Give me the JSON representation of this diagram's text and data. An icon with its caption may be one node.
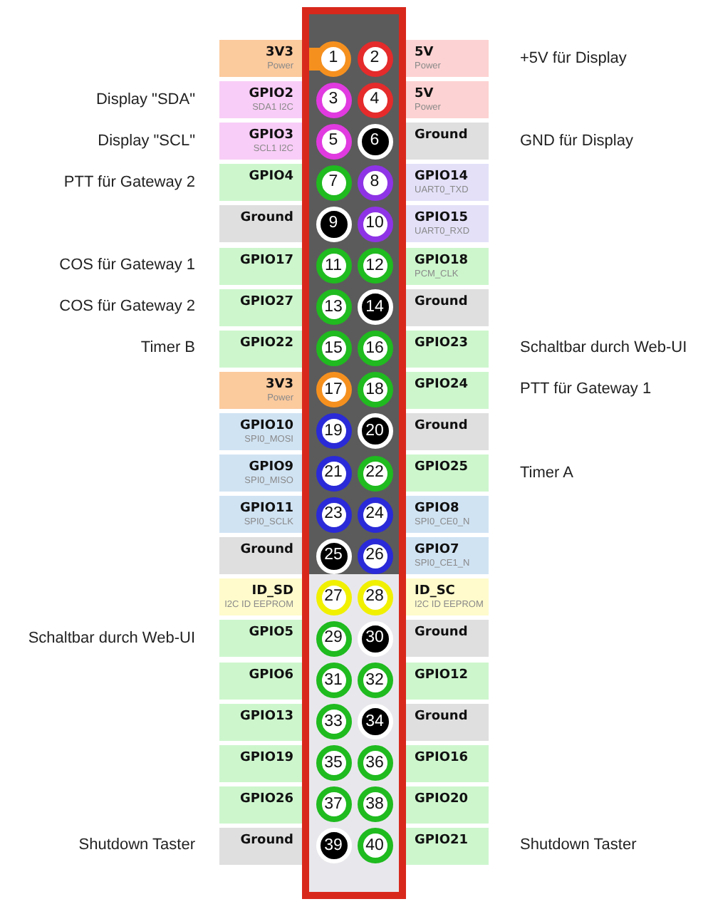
{
  "diagram": {
    "nodes": [
      {
        "text": [],
        "shape": "box"
      },
      {
        "text": [
          "3V3",
          "Power"
        ]
      },
      {
        "text": [
          "1"
        ],
        "in": 0
      },
      {
        "text": [
          "2"
        ],
        "in": 0
      },
      {
        "text": [
          "5V",
          "Power"
        ],
        "beside": [
          "+5V für Display"
        ]
      },
      {
        "text": [
          "GPIO2",
          "SDA1 I2C"
        ],
        "beside": [
          "Display \"SDA\""
        ]
      },
      {
        "text": [
          "3"
        ],
        "in": 0
      },
      {
        "text": [
          "4"
        ],
        "in": 0
      },
      {
        "text": [
          "5V",
          "Power"
        ]
      },
      {
        "text": [
          "GPIO3",
          "SCL1 I2C"
        ],
        "beside": [
          "Display \"SCL\""
        ]
      },
      {
        "text": [
          "5"
        ],
        "in": 0
      },
      {
        "text": [
          "6"
        ],
        "in": 0
      },
      {
        "text": [
          "Ground"
        ],
        "beside": [
          "GND für Display"
        ]
      },
      {
        "text": [
          "GPIO4"
        ],
        "beside": [
          "PTT für Gateway 2"
        ]
      },
      {
        "text": [
          "7"
        ],
        "in": 0
      },
      {
        "text": [
          "8"
        ],
        "in": 0
      },
      {
        "text": [
          "GPIO14",
          "UART0_TXD"
        ]
      },
      {
        "text": [
          "Ground"
        ]
      },
      {
        "text": [
          "9"
        ],
        "in": 0
      },
      {
        "text": [
          "10"
        ],
        "in": 0
      },
      {
        "text": [
          "GPIO15",
          "UART0_RXD"
        ]
      },
      {
        "text": [
          "GPIO17"
        ],
        "beside": [
          "COS für Gateway 1"
        ]
      },
      {
        "text": [
          "11"
        ],
        "in": 0
      },
      {
        "text": [
          "12"
        ],
        "in": 0
      },
      {
        "text": [
          "GPIO18",
          "PCM_CLK"
        ]
      },
      {
        "text": [
          "GPIO27"
        ],
        "beside": [
          "COS für Gateway 2"
        ]
      },
      {
        "text": [
          "13"
        ],
        "in": 0
      },
      {
        "text": [
          "14"
        ],
        "in": 0
      },
      {
        "text": [
          "Ground"
        ]
      },
      {
        "text": [
          "GPIO22"
        ],
        "beside": [
          "Timer B"
        ]
      },
      {
        "text": [
          "15"
        ],
        "in": 0
      },
      {
        "text": [
          "16"
        ],
        "in": 0
      },
      {
        "text": [
          "GPIO23"
        ],
        "beside": [
          "Schaltbar durch Web-UI"
        ]
      },
      {
        "text": [
          "3V3",
          "Power"
        ]
      },
      {
        "text": [
          "17"
        ],
        "in": 0
      },
      {
        "text": [
          "18"
        ],
        "in": 0
      },
      {
        "text": [
          "GPIO24"
        ],
        "beside": [
          "PTT für Gateway 1"
        ]
      },
      {
        "text": [
          "GPIO10",
          "SPI0_MOSI"
        ]
      },
      {
        "text": [
          "19"
        ],
        "in": 0
      },
      {
        "text": [
          "20"
        ],
        "in": 0
      },
      {
        "text": [
          "Ground"
        ]
      },
      {
        "text": [
          "GPIO9",
          "SPI0_MISO"
        ]
      },
      {
        "text": [
          "21"
        ],
        "in": 0
      },
      {
        "text": [
          "22"
        ],
        "in": 0
      },
      {
        "text": [
          "GPIO25"
        ],
        "beside": [
          "Timer A"
        ]
      },
      {
        "text": [
          "GPIO11",
          "SPI0_SCLK"
        ]
      },
      {
        "text": [
          "23"
        ],
        "in": 0
      },
      {
        "text": [
          "24"
        ],
        "in": 0
      },
      {
        "text": [
          "GPIO8",
          "SPI0_CE0_N"
        ]
      },
      {
        "text": [
          "Ground"
        ]
      },
      {
        "text": [
          "25"
        ],
        "in": 0
      },
      {
        "text": [
          "26"
        ],
        "in": 0
      },
      {
        "text": [
          "GPIO7",
          "SPI0_CE1_N"
        ]
      },
      {
        "text": [
          "ID_SD",
          "I2C ID EEPROM"
        ]
      },
      {
        "text": [
          "27"
        ],
        "in": 0
      },
      {
        "text": [
          "28"
        ],
        "in": 0
      },
      {
        "text": [
          "ID_SC",
          "I2C ID EEPROM"
        ]
      },
      {
        "text": [
          "GPIO5"
        ],
        "beside": [
          "Schaltbar durch Web-UI"
        ]
      },
      {
        "text": [
          "29"
        ],
        "in": 0
      },
      {
        "text": [
          "30"
        ],
        "in": 0
      },
      {
        "text": [
          "Ground"
        ]
      },
      {
        "text": [
          "GPIO6"
        ]
      },
      {
        "text": [
          "31"
        ],
        "in": 0
      },
      {
        "text": [
          "32"
        ],
        "in": 0
      },
      {
        "text": [
          "GPIO12"
        ]
      },
      {
        "text": [
          "GPIO13"
        ]
      },
      {
        "text": [
          "33"
        ],
        "in": 0
      },
      {
        "text": [
          "34"
        ],
        "in": 0
      },
      {
        "text": [
          "Ground"
        ]
      },
      {
        "text": [
          "GPIO19"
        ]
      },
      {
        "text": [
          "35"
        ],
        "in": 0
      },
      {
        "text": [
          "36"
        ],
        "in": 0
      },
      {
        "text": [
          "GPIO16"
        ]
      },
      {
        "text": [
          "GPIO26"
        ]
      },
      {
        "text": [
          "37"
        ],
        "in": 0
      },
      {
        "text": [
          "38"
        ],
        "in": 0
      },
      {
        "text": [
          "GPIO20"
        ]
      },
      {
        "text": [
          "Ground"
        ],
        "beside": [
          "Shutdown Taster"
        ]
      },
      {
        "text": [
          "39"
        ],
        "in": 0
      },
      {
        "text": [
          "40"
        ],
        "in": 0
      },
      {
        "text": [
          "GPIO21"
        ],
        "beside": [
          "Shutdown Taster"
        ]
      }
    ]
  }
}
